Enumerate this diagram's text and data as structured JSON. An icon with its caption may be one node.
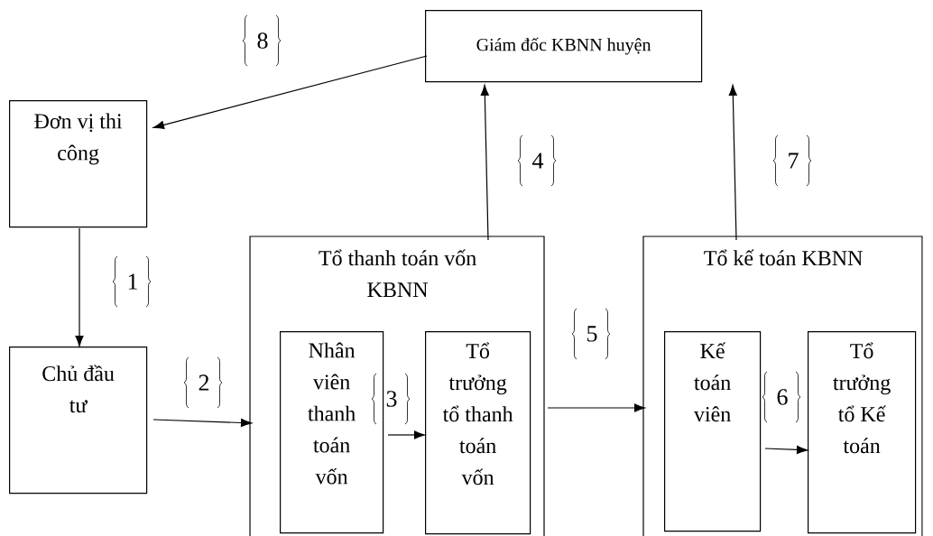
{
  "diagram": {
    "nodes": [
      {
        "text": [
          "Giám đốc KBNN huyện"
        ]
      },
      {
        "text": [
          "Đơn vị thi công"
        ]
      },
      {
        "text": [
          "Chủ đầu tư"
        ]
      },
      {
        "text": [
          "Tổ thanh toán vốn KBNN"
        ]
      },
      {
        "text": [
          "Nhân viên thanh toán vốn"
        ],
        "in": 3
      },
      {
        "text": [
          "Tổ trưởng tổ thanh toán vốn"
        ],
        "in": 3
      },
      {
        "text": [
          "Tổ kế toán KBNN"
        ]
      },
      {
        "text": [
          "Kế toán viên"
        ],
        "in": 6
      },
      {
        "text": [
          "Tổ trưởng tổ Kế toán"
        ],
        "in": 6
      }
    ],
    "edges": [
      {
        "from": 0,
        "to": 1,
        "arrow": "to",
        "label": "8"
      },
      {
        "from": 1,
        "to": 2,
        "arrow": "to",
        "label": "1"
      },
      {
        "from": 2,
        "to": 3,
        "arrow": "to",
        "label": "2"
      },
      {
        "from": 4,
        "to": 5,
        "arrow": "to",
        "label": "3"
      },
      {
        "from": 3,
        "to": 0,
        "arrow": "to",
        "label": "4"
      },
      {
        "from": 3,
        "to": 6,
        "arrow": "to",
        "label": "5"
      },
      {
        "from": 7,
        "to": 8,
        "arrow": "to",
        "label": "6"
      },
      {
        "from": 6,
        "to": 0,
        "arrow": "to",
        "label": "7"
      }
    ]
  }
}
